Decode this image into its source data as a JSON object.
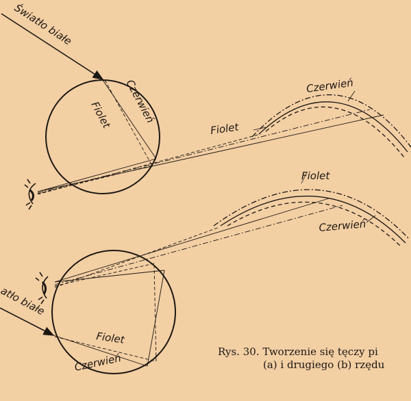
{
  "labels": {
    "white_light_a": "Światło białe",
    "red_drop_a": "Czerwień",
    "violet_drop_a": "Fiolet",
    "violet_rays_a": "Fiolet",
    "red_arc_a": "Czerwień",
    "violet_arc_b": "Fiolet",
    "red_arc_b": "Czerwień",
    "white_light_b": "atło białe",
    "violet_drop_b": "Fiolet",
    "red_drop_b": "Czerwień"
  },
  "caption": {
    "line1": "Rys. 30. Tworzenie się tęczy pi",
    "line2": "(a) i drugiego (b) rzędu"
  },
  "colors": {
    "paper": "#f3cfa4",
    "ink": "#1c1712"
  }
}
